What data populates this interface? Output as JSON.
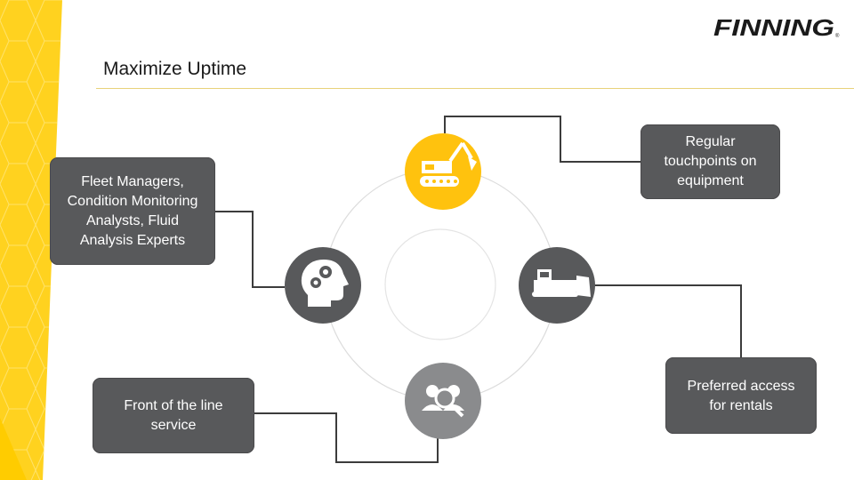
{
  "brand": {
    "logo_text": "FINNING",
    "accent_color": "#ffd21f",
    "dark_color": "#58595b"
  },
  "title": "Maximize Uptime",
  "boxes": {
    "fleet": "Fleet Managers, Condition Monitoring Analysts, Fluid Analysis Experts",
    "touchpoints": "Regular touchpoints on equipment",
    "front": "Front of the line service",
    "rentals": "Preferred access for rentals"
  },
  "icons": [
    "excavator-icon",
    "brain-gears-icon",
    "dozer-icon",
    "people-search-icon"
  ]
}
